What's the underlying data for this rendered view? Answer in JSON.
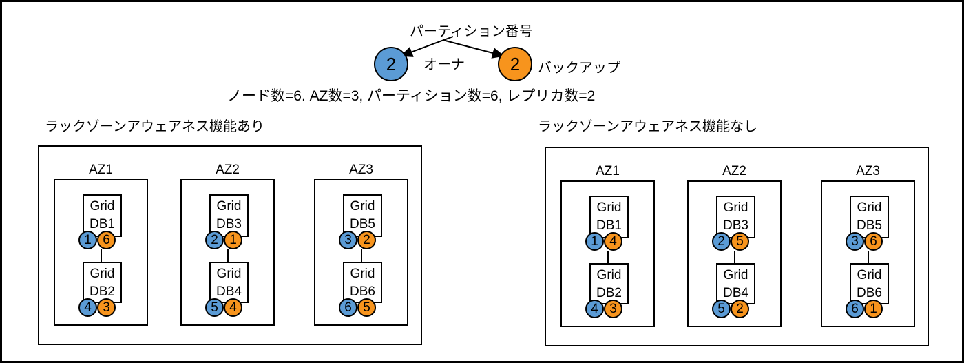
{
  "colors": {
    "owner": "#5B9BD5",
    "backup": "#F7941D",
    "line": "#000000"
  },
  "legend": {
    "partition_label": "パーティション番号",
    "owner_value": "2",
    "owner_label": "オーナ",
    "backup_value": "2",
    "backup_label": "バックアップ"
  },
  "subtitle": "ノード数=6. AZ数=3, パーティション数=6, レプリカ数=2",
  "panels": [
    {
      "title": "ラックゾーンアウェアネス機能あり",
      "zones": [
        {
          "label": "AZ1",
          "nodes": [
            {
              "line1": "Grid",
              "line2": "DB1",
              "owner": "1",
              "backup": "6"
            },
            {
              "line1": "Grid",
              "line2": "DB2",
              "owner": "4",
              "backup": "3"
            }
          ]
        },
        {
          "label": "AZ2",
          "nodes": [
            {
              "line1": "Grid",
              "line2": "DB3",
              "owner": "2",
              "backup": "1"
            },
            {
              "line1": "Grid",
              "line2": "DB4",
              "owner": "5",
              "backup": "4"
            }
          ]
        },
        {
          "label": "AZ3",
          "nodes": [
            {
              "line1": "Grid",
              "line2": "DB5",
              "owner": "3",
              "backup": "2"
            },
            {
              "line1": "Grid",
              "line2": "DB6",
              "owner": "6",
              "backup": "5"
            }
          ]
        }
      ]
    },
    {
      "title": "ラックゾーンアウェアネス機能なし",
      "zones": [
        {
          "label": "AZ1",
          "nodes": [
            {
              "line1": "Grid",
              "line2": "DB1",
              "owner": "1",
              "backup": "4"
            },
            {
              "line1": "Grid",
              "line2": "DB2",
              "owner": "4",
              "backup": "3"
            }
          ]
        },
        {
          "label": "AZ2",
          "nodes": [
            {
              "line1": "Grid",
              "line2": "DB3",
              "owner": "2",
              "backup": "5"
            },
            {
              "line1": "Grid",
              "line2": "DB4",
              "owner": "5",
              "backup": "2"
            }
          ]
        },
        {
          "label": "AZ3",
          "nodes": [
            {
              "line1": "Grid",
              "line2": "DB5",
              "owner": "3",
              "backup": "6"
            },
            {
              "line1": "Grid",
              "line2": "DB6",
              "owner": "6",
              "backup": "1"
            }
          ]
        }
      ]
    }
  ]
}
